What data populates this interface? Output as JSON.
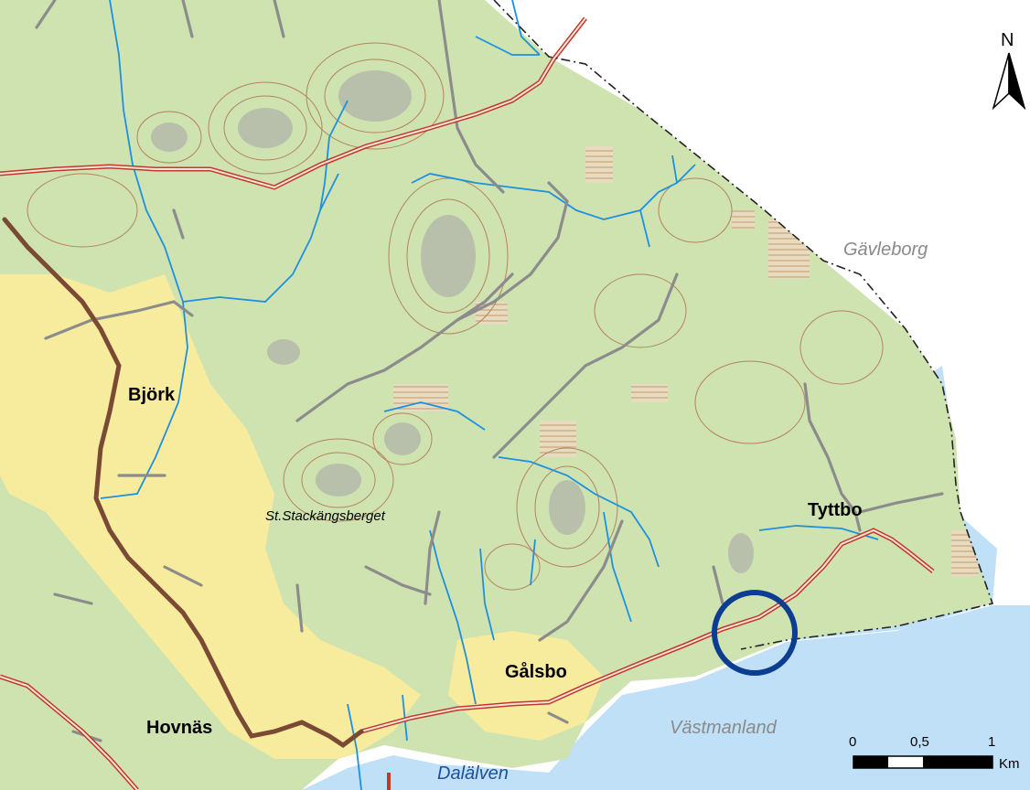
{
  "map": {
    "colors": {
      "forest": "#cfe3b0",
      "open_land": "#f7ec9e",
      "water": "#bfe0f7",
      "rock": "#b8bfaa",
      "contour": "#b4835e",
      "stream": "#1e90e0",
      "minor_road": "#8c8c8c",
      "major_road": "#7a4a35",
      "main_road_casing": "#c0392b",
      "main_road_fill": "#ffe5d9",
      "boundary": "#222222",
      "marker": "#0b3d91"
    },
    "places": {
      "bjork": "Björk",
      "hovnas": "Hovnäs",
      "galsbo": "Gålsbo",
      "tyttbo": "Tyttbo",
      "stackangsberget": "St.Stackängsberget"
    },
    "regions": {
      "north": "Gävleborg",
      "south": "Västmanland"
    },
    "water": {
      "river": "Dalälven"
    },
    "north_arrow": {
      "label": "N",
      "icon": "north-arrow-icon"
    },
    "scale_bar": {
      "ticks": [
        "0",
        "0,5",
        "1"
      ],
      "unit": "Km"
    },
    "marker": {
      "icon": "location-circle-icon"
    }
  }
}
